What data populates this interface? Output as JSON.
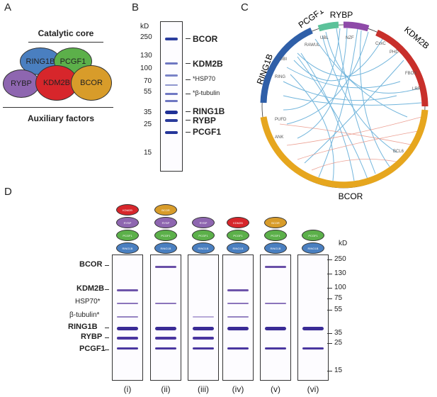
{
  "panels": {
    "a": "A",
    "b": "B",
    "c": "C",
    "d": "D"
  },
  "panelA": {
    "title": "Catalytic core",
    "footer": "Auxiliary factors",
    "subunits": [
      {
        "name": "RING1B",
        "color": "#4a7fc0"
      },
      {
        "name": "PCGF1",
        "color": "#5cb04a"
      },
      {
        "name": "RYBP",
        "color": "#8e66b0"
      },
      {
        "name": "KDM2B",
        "color": "#d7262b"
      },
      {
        "name": "BCOR",
        "color": "#d89c2a"
      }
    ]
  },
  "panelB": {
    "unit": "kD",
    "markers": [
      "250",
      "130",
      "100",
      "70",
      "55",
      "35",
      "25",
      "15"
    ],
    "bands": [
      {
        "label": "BCOR",
        "bold": true
      },
      {
        "label": "KDM2B",
        "bold": true
      },
      {
        "label": "*HSP70",
        "bold": false
      },
      {
        "label": "*β-tubulin",
        "bold": false
      },
      {
        "label": "RING1B",
        "bold": true
      },
      {
        "label": "RYBP",
        "bold": true
      },
      {
        "label": "PCGF1",
        "bold": true
      }
    ]
  },
  "panelC": {
    "proteins": [
      {
        "name": "RYBP",
        "color": "#8e4aa8"
      },
      {
        "name": "PCGF1",
        "color": "#5cc29a"
      },
      {
        "name": "KDM2B",
        "color": "#c8302b"
      },
      {
        "name": "RING1B",
        "color": "#2f5fa8"
      },
      {
        "name": "BCOR",
        "color": "#e6a61e"
      }
    ],
    "domains": [
      "UBL",
      "RAWUL",
      "NZF",
      "CxxC",
      "PHD",
      "FBOX",
      "LRR",
      "RING",
      "UBI",
      "PUFD",
      "ANK",
      "BCL6"
    ]
  },
  "panelD": {
    "unit": "kD",
    "row_labels": [
      {
        "label": "BCOR",
        "bold": true
      },
      {
        "label": "KDM2B",
        "bold": true
      },
      {
        "label": "HSP70*",
        "bold": false
      },
      {
        "label": "β-tubulin*",
        "bold": false
      },
      {
        "label": "RING1B",
        "bold": true
      },
      {
        "label": "RYBP",
        "bold": true
      },
      {
        "label": "PCGF1",
        "bold": true
      }
    ],
    "markers": [
      "250",
      "130",
      "100",
      "75",
      "55",
      "35",
      "25",
      "15"
    ],
    "lanes": [
      {
        "id": "(i)",
        "icons": [
          {
            "name": "KDM2B",
            "color": "#d7262b"
          },
          {
            "name": "RYBP",
            "color": "#8e66b0"
          },
          {
            "name": "PCGF1",
            "color": "#5cb04a"
          },
          {
            "name": "RING1B",
            "color": "#4a7fc0"
          }
        ]
      },
      {
        "id": "(ii)",
        "icons": [
          {
            "name": "BCOR",
            "color": "#d89c2a"
          },
          {
            "name": "RYBP",
            "color": "#8e66b0"
          },
          {
            "name": "PCGF1",
            "color": "#5cb04a"
          },
          {
            "name": "RING1B",
            "color": "#4a7fc0"
          }
        ]
      },
      {
        "id": "(iii)",
        "icons": [
          {
            "name": "RYBP",
            "color": "#8e66b0"
          },
          {
            "name": "PCGF1",
            "color": "#5cb04a"
          },
          {
            "name": "RING1B",
            "color": "#4a7fc0"
          }
        ]
      },
      {
        "id": "(iv)",
        "icons": [
          {
            "name": "KDM2B",
            "color": "#d7262b"
          },
          {
            "name": "PCGF1",
            "color": "#5cb04a"
          },
          {
            "name": "RING1B",
            "color": "#4a7fc0"
          }
        ]
      },
      {
        "id": "(v)",
        "icons": [
          {
            "name": "BCOR",
            "color": "#d89c2a"
          },
          {
            "name": "PCGF1",
            "color": "#5cb04a"
          },
          {
            "name": "RING1B",
            "color": "#4a7fc0"
          }
        ]
      },
      {
        "id": "(vi)",
        "icons": [
          {
            "name": "PCGF1",
            "color": "#5cb04a"
          },
          {
            "name": "RING1B",
            "color": "#4a7fc0"
          }
        ]
      }
    ]
  }
}
